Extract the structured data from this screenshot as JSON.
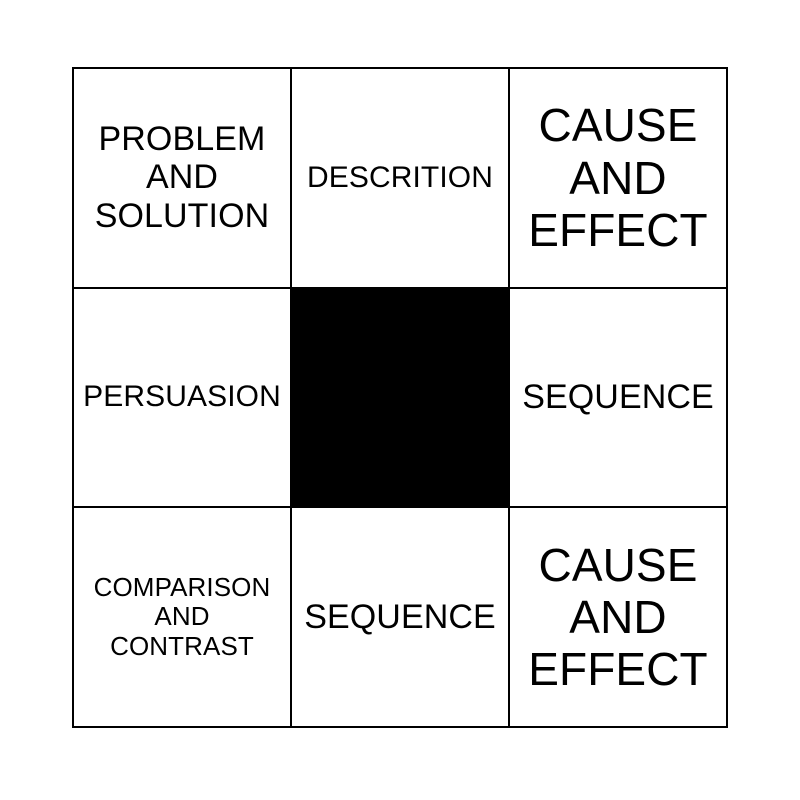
{
  "card": {
    "type": "bingo-card",
    "grid": {
      "rows": 3,
      "columns": 3
    },
    "colors": {
      "background": "#ffffff",
      "border": "#000000",
      "text": "#000000",
      "free_space": "#000000"
    },
    "cells": [
      {
        "id": "cell-r1c1",
        "text": "PROBLEM\nAND\nSOLUTION",
        "lines": [
          "PROBLEM",
          "AND",
          "SOLUTION"
        ],
        "size": "lg",
        "free_space": false
      },
      {
        "id": "cell-r1c2",
        "text": "DESCRITION",
        "lines": [
          "DESCRITION"
        ],
        "size": "md",
        "free_space": false
      },
      {
        "id": "cell-r1c3",
        "text": "CAUSE\nAND\nEFFECT",
        "lines": [
          "CAUSE",
          "AND",
          "EFFECT"
        ],
        "size": "xl",
        "free_space": false
      },
      {
        "id": "cell-r2c1",
        "text": "PERSUASION",
        "lines": [
          "PERSUASION"
        ],
        "size": "md",
        "free_space": false
      },
      {
        "id": "cell-r2c2",
        "text": "",
        "lines": [],
        "size": "md",
        "free_space": true
      },
      {
        "id": "cell-r2c3",
        "text": "SEQUENCE",
        "lines": [
          "SEQUENCE"
        ],
        "size": "lg",
        "free_space": false
      },
      {
        "id": "cell-r3c1",
        "text": "COMPARISON\nAND\nCONTRAST",
        "lines": [
          "COMPARISON",
          "AND",
          "CONTRAST"
        ],
        "size": "sm",
        "free_space": false
      },
      {
        "id": "cell-r3c2",
        "text": "SEQUENCE",
        "lines": [
          "SEQUENCE"
        ],
        "size": "lg",
        "free_space": false
      },
      {
        "id": "cell-r3c3",
        "text": "CAUSE\nAND\nEFFECT",
        "lines": [
          "CAUSE",
          "AND",
          "EFFECT"
        ],
        "size": "xl",
        "free_space": false
      }
    ]
  }
}
